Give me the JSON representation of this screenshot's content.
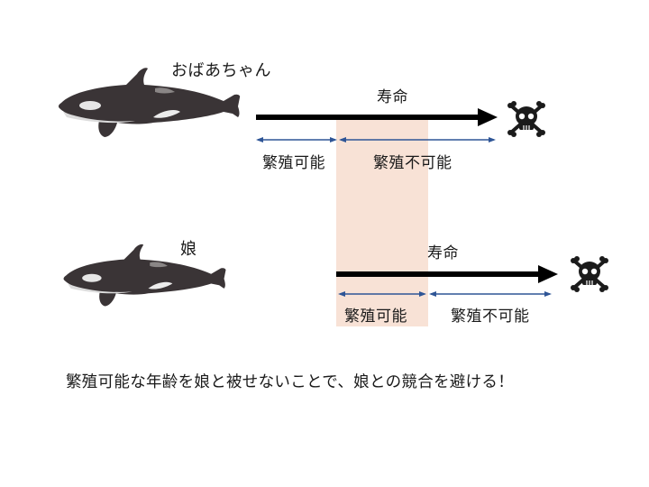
{
  "colors": {
    "highlight_band": "#f8e2d6",
    "lifespan_arrow": "#000000",
    "span_arrow": "#2e5596",
    "orca_body": "#3a3436",
    "orca_patch": "#e6e6e6",
    "orca_saddle": "#8a8686"
  },
  "grandmother": {
    "title": "おばあちゃん",
    "lifespan_label": "寿命",
    "fertile_label": "繁殖可能",
    "infertile_label": "繁殖不可能",
    "icon": "skull-crossbones-icon"
  },
  "daughter": {
    "title": "娘",
    "lifespan_label": "寿命",
    "fertile_label": "繁殖可能",
    "infertile_label": "繁殖不可能",
    "icon": "skull-crossbones-icon"
  },
  "conclusion": "繁殖可能な年齢を娘と被せないことで、娘との競合を避ける！"
}
